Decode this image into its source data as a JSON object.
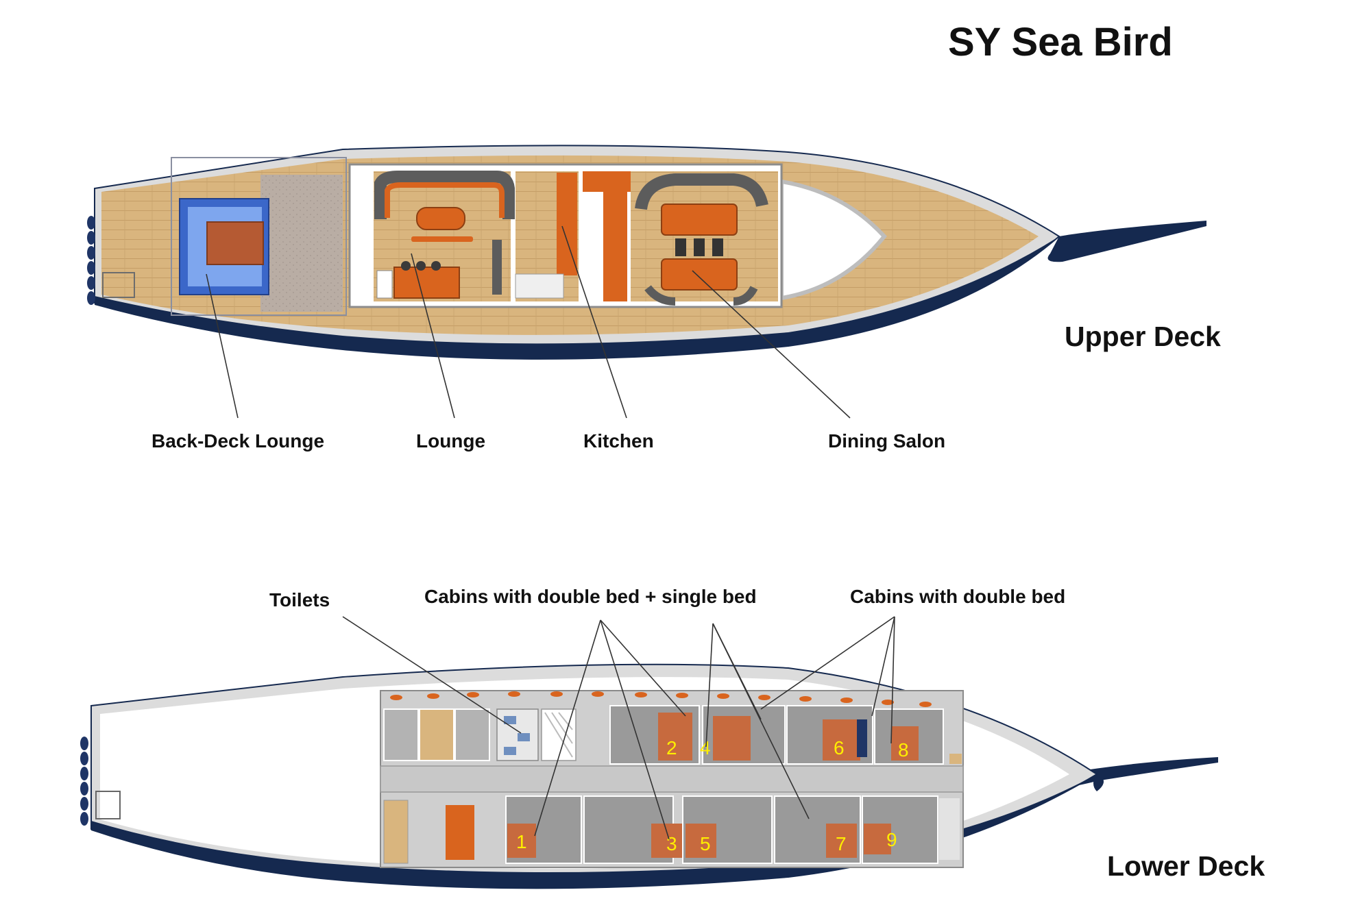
{
  "title": "SY Sea Bird",
  "decks": {
    "upper": "Upper Deck",
    "lower": "Lower Deck"
  },
  "upper_labels": {
    "back_deck_lounge": "Back-Deck Lounge",
    "lounge": "Lounge",
    "kitchen": "Kitchen",
    "dining_salon": "Dining Salon"
  },
  "lower_labels": {
    "toilets": "Toilets",
    "cabins_double_single": "Cabins with double bed + single bed",
    "cabins_double": "Cabins with double bed"
  },
  "cabins": [
    "1",
    "2",
    "3",
    "4",
    "5",
    "6",
    "7",
    "8",
    "9"
  ],
  "colors": {
    "hull": "#15294f",
    "deck_wood": "#d9b57e",
    "furniture": "#d9641e",
    "sofa": "#5e5e5e",
    "cabin_number": "#ffee00"
  }
}
